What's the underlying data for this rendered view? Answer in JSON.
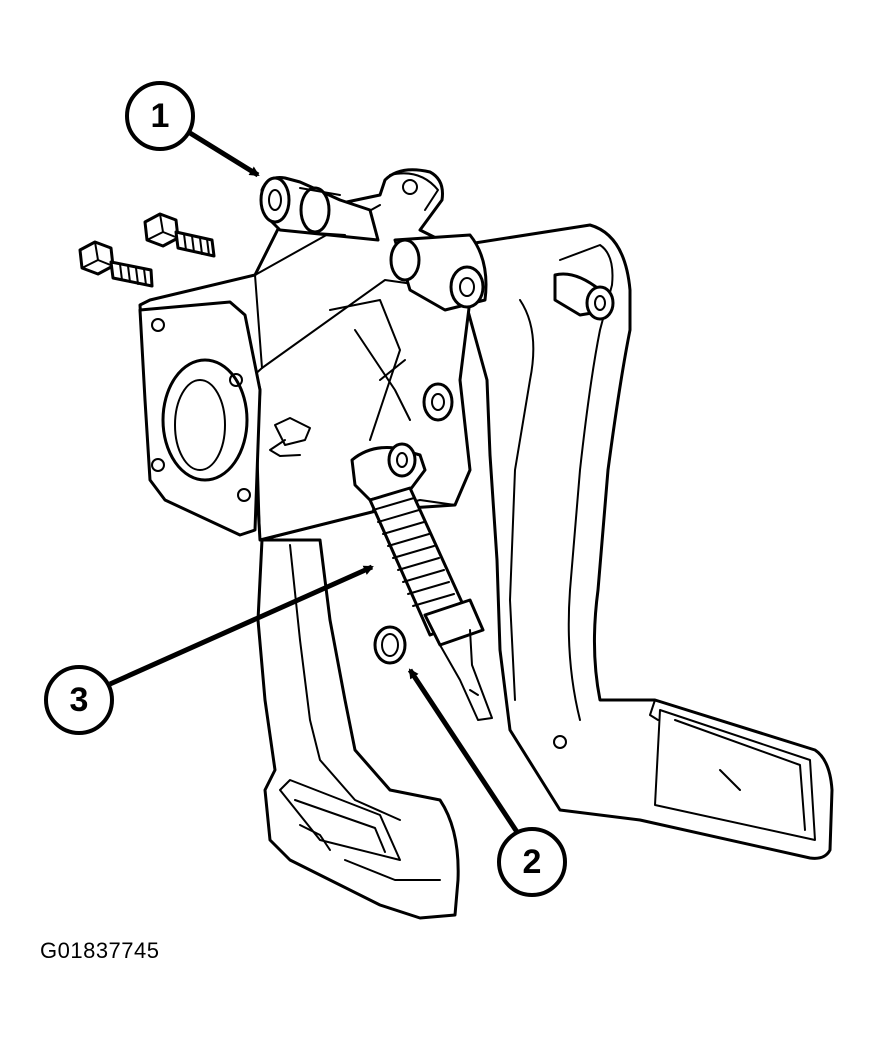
{
  "callouts": [
    {
      "id": "callout-1",
      "label": "1"
    },
    {
      "id": "callout-2",
      "label": "2"
    },
    {
      "id": "callout-3",
      "label": "3"
    }
  ],
  "figure_id": "G01837745",
  "colors": {
    "ink": "#000000",
    "background": "#ffffff"
  }
}
